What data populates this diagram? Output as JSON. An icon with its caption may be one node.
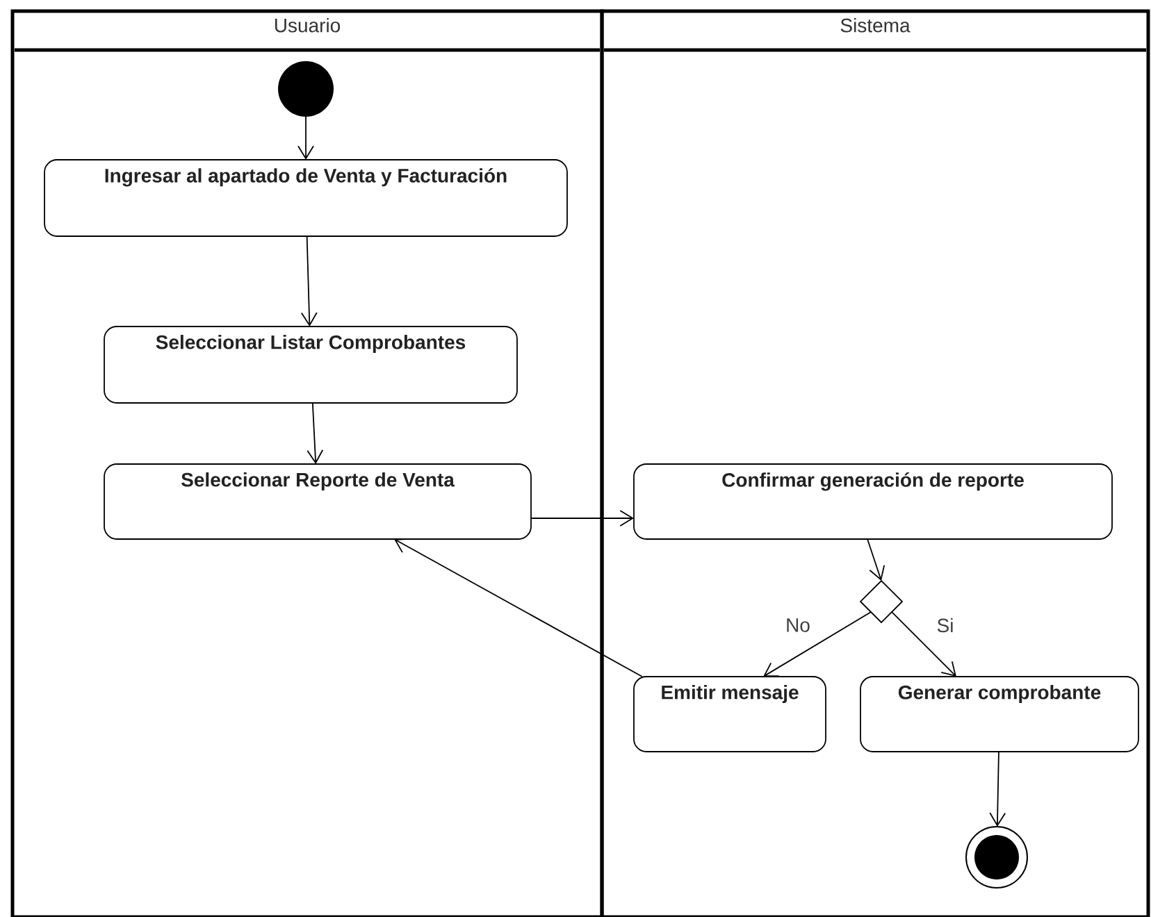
{
  "diagram": {
    "nodes": [
      {
        "text": [
          "Usuario"
        ]
      },
      {
        "text": [
          "Sistema"
        ]
      },
      {
        "text": [],
        "shape": "circle",
        "in": 0
      },
      {
        "text": [
          "Ingresar al apartado de Venta y Facturación"
        ],
        "in": 0
      },
      {
        "text": [
          "Seleccionar Listar Comprobantes"
        ],
        "in": 0
      },
      {
        "text": [
          "Seleccionar Reporte de Venta"
        ],
        "in": 0
      },
      {
        "text": [
          "Confirmar generación de reporte"
        ],
        "in": 1
      },
      {
        "text": [],
        "shape": "diamond",
        "in": 1
      },
      {
        "text": [
          "Emitir mensaje"
        ],
        "in": 1
      },
      {
        "text": [
          "Generar comprobante"
        ],
        "in": 1
      },
      {
        "text": [],
        "shape": "circle",
        "in": 1
      }
    ],
    "edges": [
      {
        "from": 2,
        "to": 3,
        "arrow": "to"
      },
      {
        "from": 3,
        "to": 4,
        "arrow": "to"
      },
      {
        "from": 4,
        "to": 5,
        "arrow": "to"
      },
      {
        "from": 5,
        "to": 6,
        "arrow": "to"
      },
      {
        "from": 6,
        "to": 7,
        "arrow": "to"
      },
      {
        "from": 7,
        "to": 8,
        "arrow": "to",
        "label": "No"
      },
      {
        "from": 7,
        "to": 9,
        "arrow": "to",
        "label": "Si"
      },
      {
        "from": 8,
        "to": 5,
        "arrow": "to"
      },
      {
        "from": 9,
        "to": 10,
        "arrow": "to"
      }
    ]
  }
}
